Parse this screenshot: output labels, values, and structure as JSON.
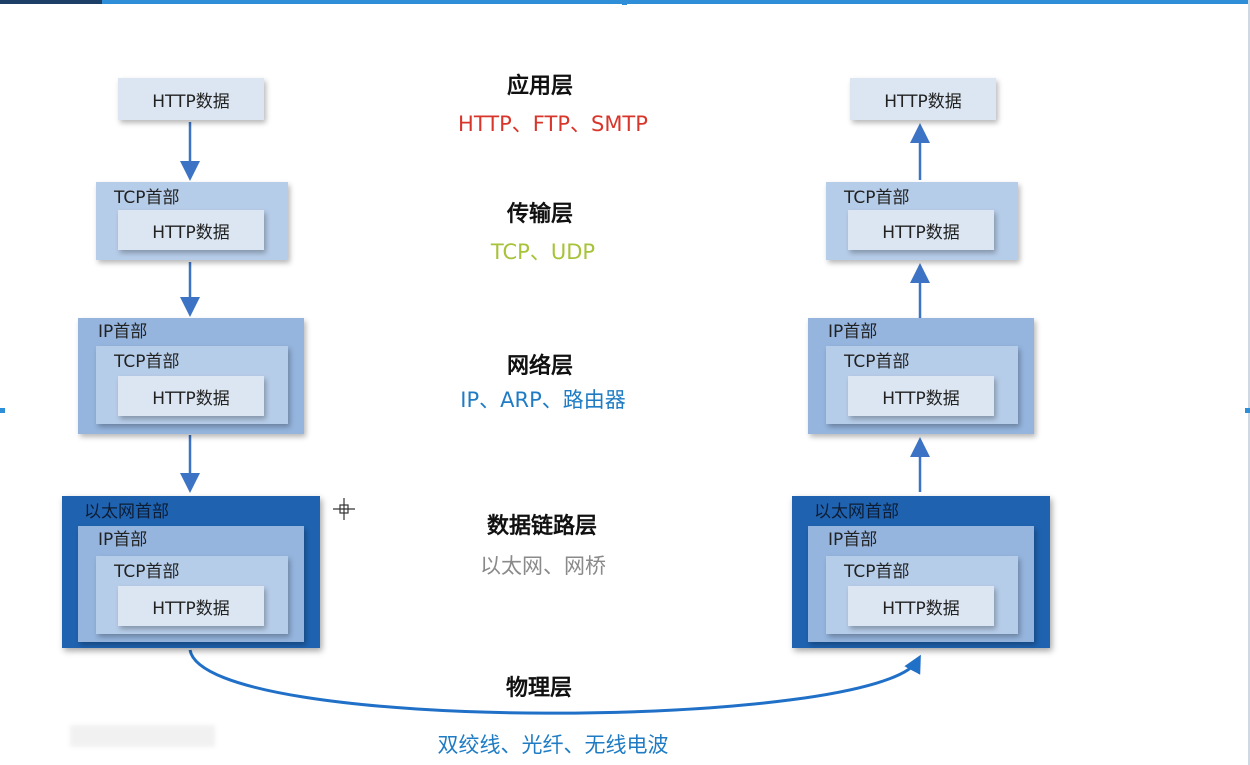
{
  "labels": {
    "http": "HTTP数据",
    "tcp": "TCP首部",
    "ip": "IP首部",
    "eth": "以太网首部"
  },
  "layers": [
    {
      "name": "应用层",
      "protocols": "HTTP、FTP、SMTP",
      "color": "#d9362b"
    },
    {
      "name": "传输层",
      "protocols": "TCP、UDP",
      "color": "#a6c33a"
    },
    {
      "name": "网络层",
      "protocols": "IP、ARP、路由器",
      "color": "#1f7cc4"
    },
    {
      "name": "数据链路层",
      "protocols": "以太网、网桥",
      "color": "#8a8a8a"
    },
    {
      "name": "物理层",
      "protocols": "双绞线、光纤、无线电波",
      "color": "#1f7cc4"
    }
  ],
  "colors": {
    "http_fill": "#dce6f2",
    "tcp_fill": "#b6cde9",
    "ip_fill": "#95b5de",
    "eth_fill": "#1f63b0",
    "arrow": "#3d73c4"
  }
}
